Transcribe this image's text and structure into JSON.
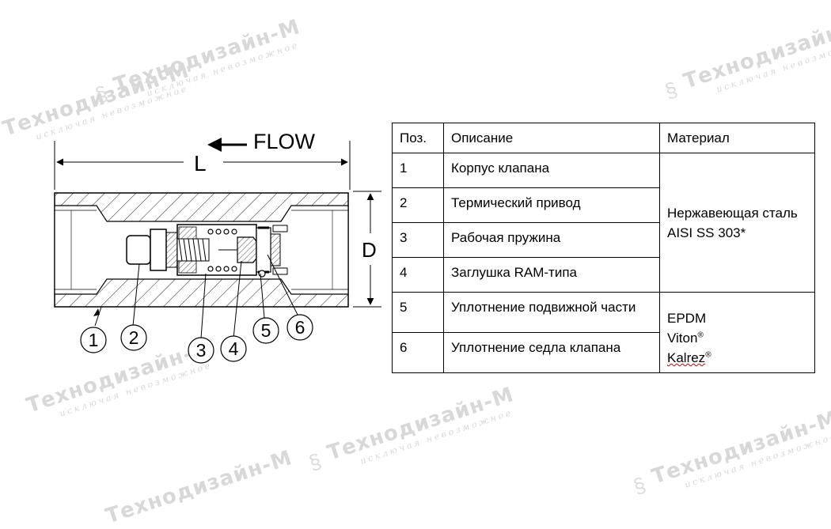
{
  "watermark": {
    "brand": "Технодизайн-М",
    "tagline": "исключая невозможное"
  },
  "diagram": {
    "flow_label": "FLOW",
    "length_label": "L",
    "diameter_label": "D",
    "callouts": [
      "1",
      "2",
      "3",
      "4",
      "5",
      "6"
    ]
  },
  "table": {
    "headers": {
      "pos": "Поз.",
      "description": "Описание",
      "material": "Материал"
    },
    "rows": [
      {
        "pos": "1",
        "description": "Корпус клапана"
      },
      {
        "pos": "2",
        "description": "Термический привод"
      },
      {
        "pos": "3",
        "description": "Рабочая пружина"
      },
      {
        "pos": "4",
        "description": "Заглушка RAM-типа"
      },
      {
        "pos": "5",
        "description": "Уплотнение подвижной части"
      },
      {
        "pos": "6",
        "description": "Уплотнение седла клапана"
      }
    ],
    "material_steel": "Нержавеющая сталь AISI SS 303*",
    "material_seals": [
      "EPDM",
      "Viton",
      "Kalrez"
    ],
    "registered_mark": "®"
  }
}
